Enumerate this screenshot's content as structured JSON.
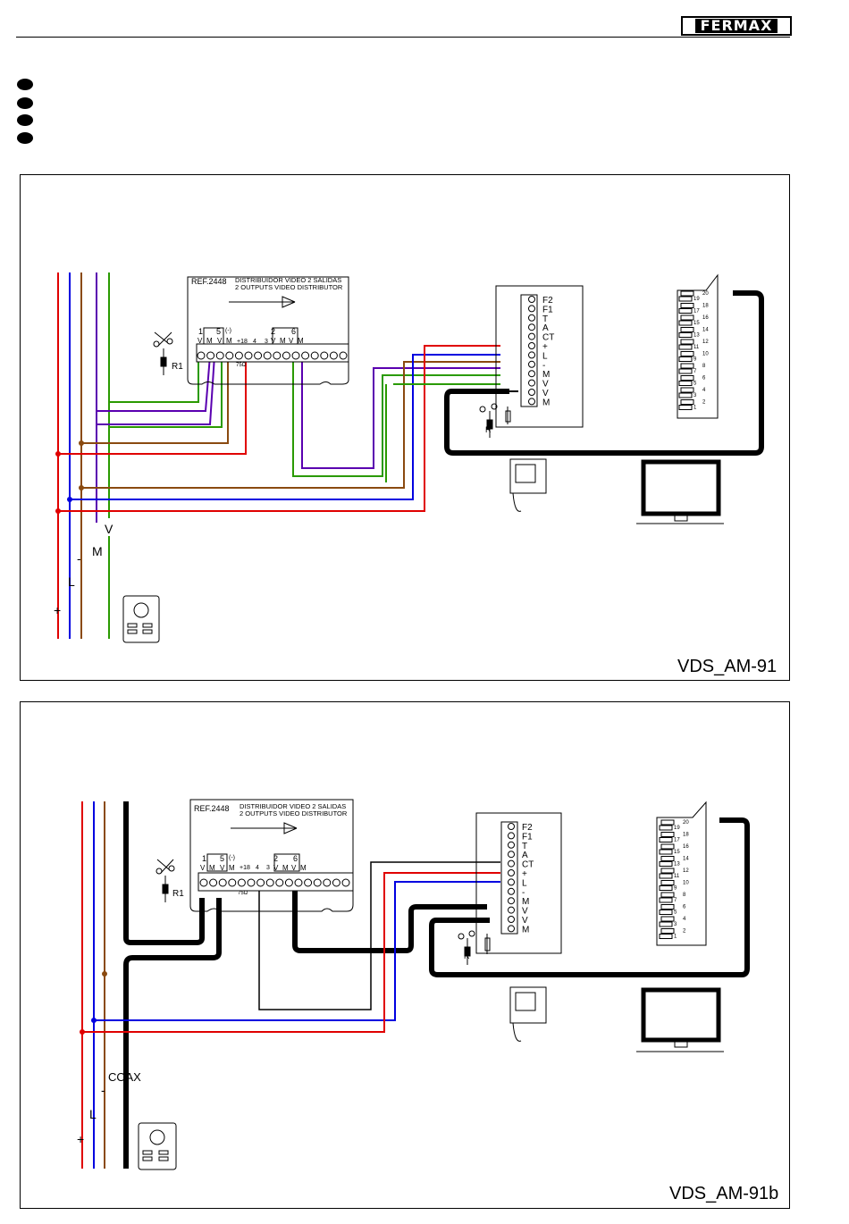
{
  "header": {
    "brand": "FERMAX"
  },
  "bullets": 4,
  "diagram1": {
    "id": "VDS_AM-91",
    "distributor": {
      "ref": "REF.2448",
      "title_es": "DISTRIBUIDOR VIDEO 2 SALIDAS",
      "title_en": "2 OUTPUTS VIDEO DISTRIBUTOR"
    },
    "resistor": "R1",
    "monitor_resistor": "R",
    "riser_labels": {
      "v": "V",
      "m": "M",
      "minus": "-",
      "l": "L",
      "plus": "+"
    }
  },
  "diagram2": {
    "id": "VDS_AM-91b",
    "distributor": {
      "ref": "REF.2448",
      "title_es": "DISTRIBUIDOR VIDEO 2 SALIDAS",
      "title_en": "2 OUTPUTS VIDEO DISTRIBUTOR"
    },
    "resistor": "R1",
    "monitor_resistor": "R",
    "riser_labels": {
      "coax": "COAX",
      "minus": "-",
      "l": "L",
      "plus": "+"
    }
  },
  "distributor_terminals": {
    "out1": "1",
    "out5": "5",
    "minus": "(-)",
    "out2": "2",
    "out6": "6",
    "v": "V",
    "m": "M",
    "p18": "+18",
    "t4": "4",
    "t3": "3",
    "r1": "R1",
    "ohm": "75Ω"
  },
  "monitor_terminals": [
    "F2",
    "F1",
    "T",
    "A",
    "CT",
    "+",
    "L",
    "-",
    "M",
    "V",
    "V",
    "M"
  ],
  "scart_pins_right": [
    "20",
    "18",
    "16",
    "14",
    "12",
    "10",
    "8",
    "6",
    "4",
    "2"
  ],
  "scart_pins_left": [
    "19",
    "17",
    "15",
    "13",
    "11",
    "9",
    "7",
    "5",
    "3",
    "1"
  ],
  "colors": {
    "red": "#e00000",
    "blue": "#0000e0",
    "brown": "#8a4a10",
    "green": "#2a9a00",
    "purple": "#5a00b0"
  }
}
